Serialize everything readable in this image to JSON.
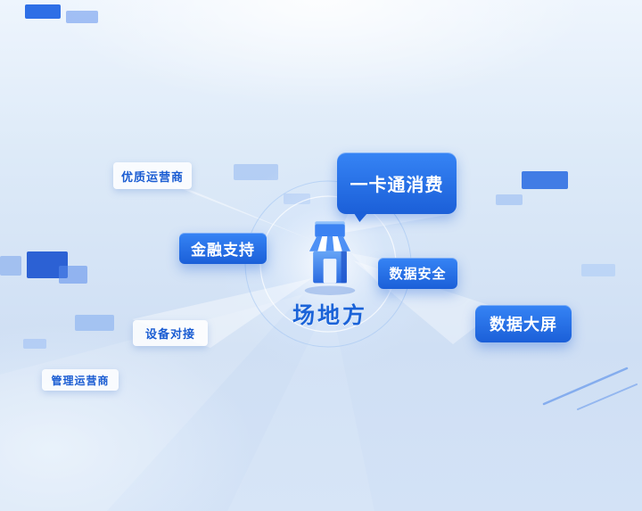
{
  "center": {
    "label": "场地方",
    "icon": "storefront-icon"
  },
  "nodes": {
    "quality_operator": {
      "label": "优质运营商",
      "style": "light"
    },
    "financial_support": {
      "label": "金融支持",
      "style": "blue"
    },
    "one_card_consume": {
      "label": "一卡通消费",
      "style": "blue-large"
    },
    "data_security": {
      "label": "数据安全",
      "style": "blue"
    },
    "data_big_screen": {
      "label": "数据大屏",
      "style": "blue"
    },
    "device_connection": {
      "label": "设备对接",
      "style": "light"
    },
    "management_operator": {
      "label": "管理运营商",
      "style": "light"
    }
  },
  "colors": {
    "node_blue_top": "#3684f5",
    "node_blue_bottom": "#1b5fd8",
    "node_text_white": "#ffffff",
    "light_node_text": "#1a5cd2",
    "center_label": "#1b63d8",
    "background_top": "#eef5fd",
    "background_bottom": "#d3e2f6",
    "decor_blue": "#2e6fe6"
  }
}
